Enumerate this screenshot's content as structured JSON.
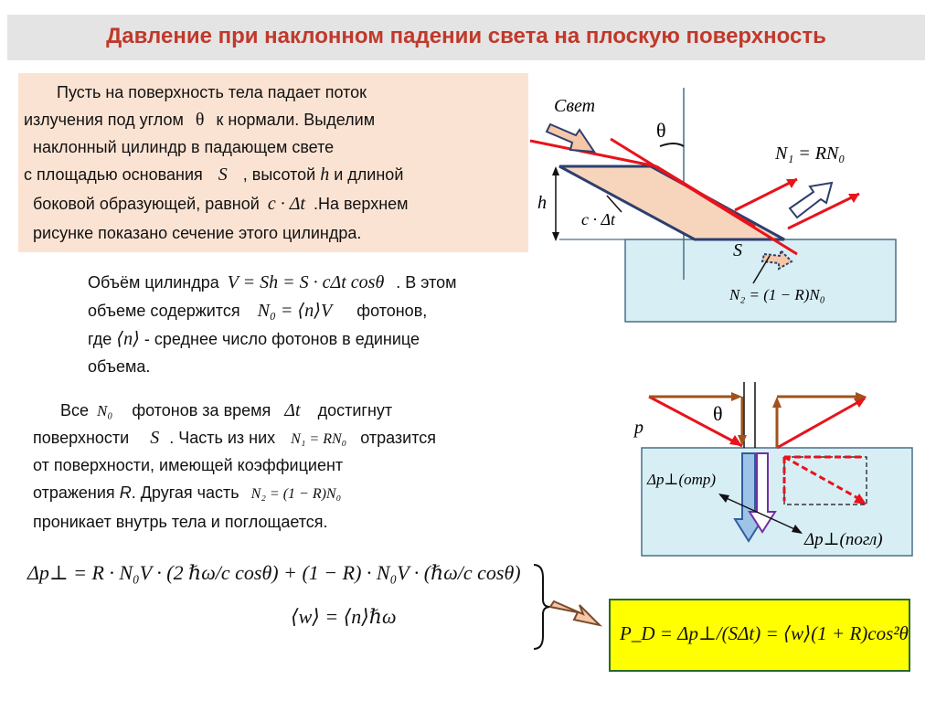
{
  "title": "Давление при наклонном падении света на плоскую поверхность",
  "intro": {
    "l1": "Пусть на поверхность  тела падает поток",
    "l2a": "излучения под углом",
    "theta": "θ",
    "l2b": "к нормали. Выделим",
    "l3": "наклонный цилиндр в падающем свете",
    "l4a": "с площадью основания",
    "S": "S",
    "l4b": ", высотой",
    "h": "h",
    "l4c": "и длиной",
    "l5a": "боковой образующей, равной",
    "cdt": "c · Δt",
    "l5b": ".На верхнем",
    "l6": "рисунке показано сечение этого цилиндра."
  },
  "volume": {
    "l1a": "Объём цилиндра",
    "f1": "V = Sh = S · cΔt cosθ",
    "l1b": ". В этом",
    "l2a": "объеме содержится",
    "f2": "N₀ = ⟨n⟩V",
    "l2b": "фотонов,",
    "l3a": "где",
    "n": "⟨n⟩",
    "l3b": "- среднее число фотонов в единице",
    "l4": "объема."
  },
  "photons": {
    "l1a": "Все",
    "N0": "N₀",
    "l1b": "фотонов за время",
    "dt": "Δt",
    "l1c": "достигнут",
    "l2a": "поверхности",
    "S": "S",
    "l2b": ". Часть из них",
    "f1": "N₁ = RN₀",
    "l2c": "отразится",
    "l3": "от поверхности, имеющей коэффициент",
    "l4a": "отражения",
    "R": "R",
    "l4b": ". Другая часть",
    "f2": "N₂ = (1 − R)N₀",
    "l5": "проникает внутрь тела и поглощается."
  },
  "formula_main": "Δp⊥ = R · N₀V · (2 ℏω/c cosθ) + (1 − R) · N₀V · (ℏω/c cosθ)",
  "formula_w": "⟨w⟩ = ⟨n⟩ℏω",
  "result": "P_D = Δp⊥/(SΔt) = ⟨w⟩(1 + R)cos²θ",
  "fig_top": {
    "light": "Свет",
    "theta": "θ",
    "h": "h",
    "cdt": "c · Δt",
    "S": "S",
    "N1": "N₁ = RN₀",
    "N2": "N₂ = (1 − R)N₀"
  },
  "fig_bottom": {
    "p": "p",
    "theta": "θ",
    "dp_otr": "Δp⊥(отр)",
    "dp_pogl": "Δp⊥(погл)"
  },
  "colors": {
    "title": "#c0392b",
    "ray": "#e8131b",
    "momentum": "#a0521c",
    "cylinder_fill": "#f7d5bd",
    "cylinder_edge": "#2e3f6e",
    "medium": "#d7eef4",
    "result_bg": "#ffff00"
  }
}
